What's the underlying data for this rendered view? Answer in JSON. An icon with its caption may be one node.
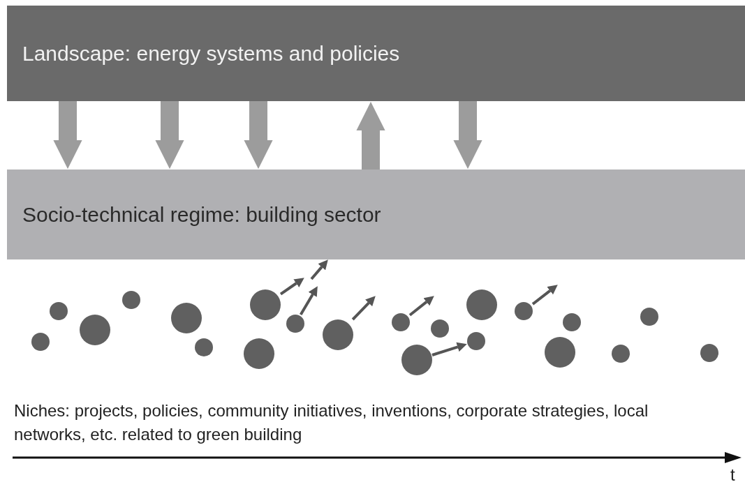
{
  "diagram": {
    "nodes": [
      {
        "text": [
          "Landscape: energy systems and policies"
        ]
      },
      {
        "text": [
          "Socio-technical regime: building sector"
        ]
      },
      {
        "text": [],
        "shape": "circle"
      },
      {
        "text": [],
        "shape": "circle"
      },
      {
        "text": [],
        "shape": "circle"
      },
      {
        "text": [],
        "shape": "circle"
      },
      {
        "text": [],
        "shape": "circle"
      },
      {
        "text": [],
        "shape": "circle"
      },
      {
        "text": [],
        "shape": "circle"
      },
      {
        "text": [],
        "shape": "circle"
      },
      {
        "text": [],
        "shape": "circle"
      },
      {
        "text": [],
        "shape": "circle"
      },
      {
        "text": [],
        "shape": "circle"
      },
      {
        "text": [],
        "shape": "circle"
      },
      {
        "text": [],
        "shape": "circle"
      },
      {
        "text": [],
        "shape": "circle"
      },
      {
        "text": [],
        "shape": "circle"
      },
      {
        "text": [],
        "shape": "circle"
      },
      {
        "text": [],
        "shape": "circle"
      },
      {
        "text": [],
        "shape": "circle"
      },
      {
        "text": [],
        "shape": "circle"
      },
      {
        "text": [],
        "shape": "circle"
      },
      {
        "text": [],
        "shape": "circle"
      }
    ],
    "edges": [
      {
        "from": 0,
        "to": 1,
        "arrow": "to",
        "style": "thick"
      },
      {
        "from": 0,
        "to": 1,
        "arrow": "to",
        "style": "thick"
      },
      {
        "from": 0,
        "to": 1,
        "arrow": "to",
        "style": "thick"
      },
      {
        "from": 1,
        "to": 0,
        "arrow": "to",
        "style": "thick"
      },
      {
        "from": 0,
        "to": 1,
        "arrow": "to",
        "style": "thick"
      },
      {
        "from": 9,
        "to": null,
        "arrow": "to"
      },
      {
        "from": null,
        "to": 1,
        "arrow": "to"
      },
      {
        "from": 10,
        "to": null,
        "arrow": "to"
      },
      {
        "from": 11,
        "to": null,
        "arrow": "to"
      },
      {
        "from": 12,
        "to": null,
        "arrow": "to"
      },
      {
        "from": 13,
        "to": 15,
        "arrow": "to"
      },
      {
        "from": 17,
        "to": null,
        "arrow": "to"
      }
    ],
    "labels": [
      "Niches: projects, policies, community initiatives, inventions, corporate strategies, local networks, etc. related to green building",
      "t"
    ]
  }
}
